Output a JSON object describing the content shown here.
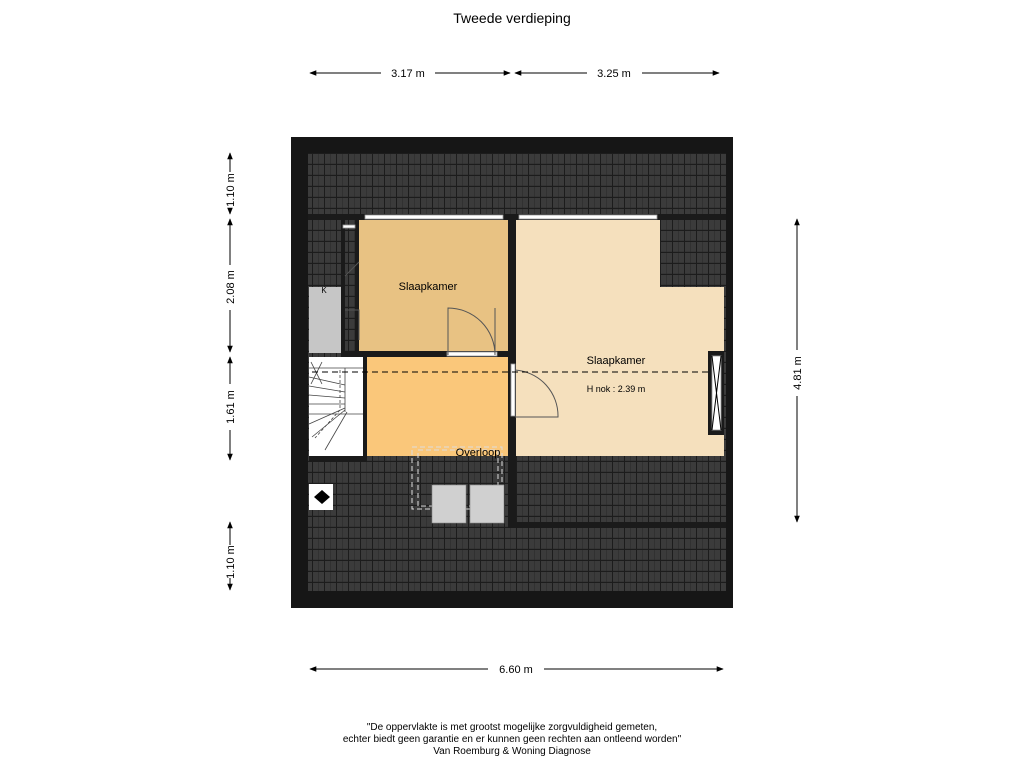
{
  "title": "Tweede verdieping",
  "dimensions": {
    "top_left": "3.17 m",
    "top_right": "3.25 m",
    "left_1": "1.10 m",
    "left_2": "2.08 m",
    "left_3": "1.61 m",
    "left_4": "1.10 m",
    "right": "4.81 m",
    "bottom": "6.60 m"
  },
  "rooms": {
    "bedroom_small": "Slaapkamer",
    "bedroom_large": "Slaapkamer",
    "landing": "Overloop",
    "ridge_height": "H nok : 2.39 m",
    "closet_mark": "K"
  },
  "disclaimer": {
    "line1": "\"De oppervlakte is met grootst mogelijke zorgvuldigheid gemeten,",
    "line2": "echter biedt geen garantie en er kunnen geen rechten aan ontleend worden\"",
    "line3": "Van Roemburg & Woning Diagnose"
  },
  "colors": {
    "roof": "#3a3a3a",
    "wall": "#1a1a1a",
    "bedroom_small": "#e8c283",
    "bedroom_large": "#f5e0bd",
    "landing": "#fac77a",
    "storage": "#c6c6c6"
  }
}
